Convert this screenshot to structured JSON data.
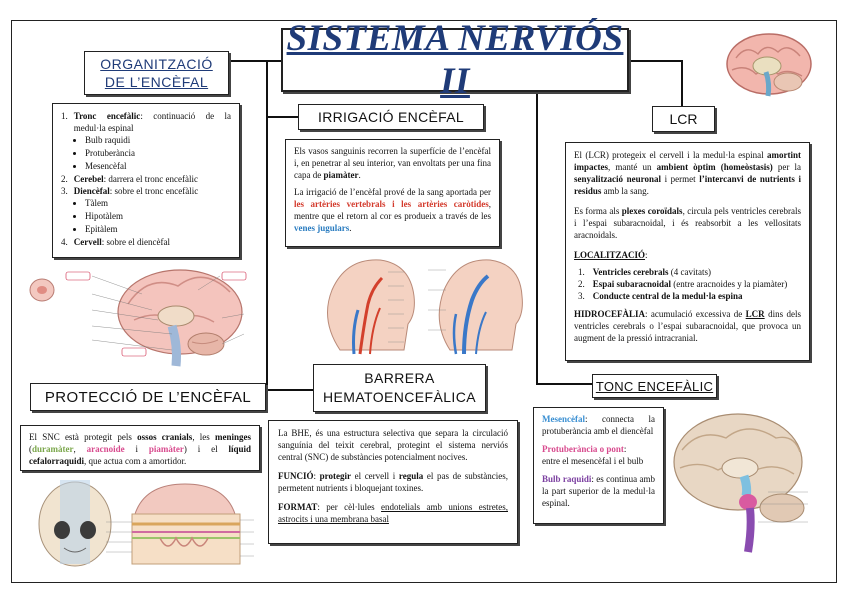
{
  "title": "SISTEMA NERVIÓS II",
  "headers": {
    "organitzacio_line1": "ORGANITZACIÓ",
    "organitzacio_line2": "DE L’ENCÈFAL",
    "irrigacio": "IRRIGACIÓ ENCÈFAL",
    "lcr": "LCR",
    "barrera_line1": "BARRERA",
    "barrera_line2": "HEMATOENCEFÀLICA",
    "proteccio": "PROTECCIÓ DE L’ENCÈFAL",
    "tonc": "TONC ENCEFÀLIC"
  },
  "organitzacio": {
    "n1": "1.",
    "tronc_term": "Tronc encefàlic",
    "tronc_desc": ": continuació de la medul·la espinal",
    "tronc_items": [
      "Bulb raquidi",
      "Protuberància",
      "Mesencèfal"
    ],
    "n2": "2.",
    "cerebel_term": "Cerebel",
    "cerebel_desc": ": darrera el tronc encefàlic",
    "n3": "3.",
    "diencefal_term": "Diencèfal",
    "diencefal_desc": ": sobre el tronc encefàlic",
    "diencefal_items": [
      "Tàlem",
      "Hipotàlem",
      "Epitàlem"
    ],
    "n4": "4.",
    "cervell_term": "Cervell",
    "cervell_desc": ": sobre el diencèfal"
  },
  "irrigacio": {
    "p1_a": "Els vasos sanguinis recorren la superfície de l’encèfal i, en penetrar al seu interior, van envoltats per una fina capa de ",
    "p1_b": "piamàter",
    "p1_c": ".",
    "p2_a": "La irrigació de l’encèfal prové de la sang aportada per ",
    "p2_red": "les artèries vertebrals i les artèries caròtides",
    "p2_b": ", mentre que el retorn al cor es produeix a través de les ",
    "p2_blue": "venes jugulars",
    "p2_c": "."
  },
  "lcr": {
    "p1_a": "El (LCR) protegeix el cervell i la medul·la espinal ",
    "p1_b": "amortint impactes",
    "p1_c": ", manté un ",
    "p1_d": "ambient òptim (homeòstasis)",
    "p1_e": " per la ",
    "p1_f": "senyalització neuronal",
    "p1_g": " i permet ",
    "p1_h": "l’intercanvi de nutrients i residus",
    "p1_i": " amb la sang.",
    "p2_a": "Es forma als ",
    "p2_b": "plexes coroïdals",
    "p2_c": ", circula pels ventricles cerebrals i l’espai subaracnoidal, i és reabsorbit a les vellositats aracnoidals.",
    "loc_title": "LOCALITZACIÓ",
    "loc_colon": ":",
    "loc_items": [
      {
        "n": "1.",
        "term": "Ventricles cerebrals",
        "desc": " (4 cavitats)"
      },
      {
        "n": "2.",
        "term": "Espai subaracnoidal",
        "desc": " (entre aracnoides y la piamàter)"
      },
      {
        "n": "3.",
        "term": "Conducte central de la medul·la espina",
        "desc": ""
      }
    ],
    "hidro_term": "HIDROCEFÀLIA",
    "hidro_a": ": acumulació excessiva de ",
    "hidro_b": "LCR",
    "hidro_c": " dins dels ventricles cerebrals o l’espai subaracnoidal, que provoca un augment de la pressió intracranial."
  },
  "barrera": {
    "p1": "La BHE, és una estructura selectiva que separa la circulació sanguínia del teixit cerebral, protegint el sistema nerviós central (SNC) de substàncies potencialment nocives.",
    "funcio_term": "FUNCIÓ",
    "funcio_a": ": ",
    "funcio_b": "protegir",
    "funcio_c": " el cervell i ",
    "funcio_d": "regula",
    "funcio_e": " el pas de substàncies, permetent nutrients i bloquejant toxines.",
    "format_term": "FORMAT",
    "format_a": ": per cèl·lules ",
    "format_b": "endotelials amb unions estretes, astrocits i una membrana basal"
  },
  "proteccio": {
    "a": "El SNC està protegit pels ",
    "b": "ossos cranials",
    "c": ", les ",
    "d": "meninges",
    "e": " (",
    "f": "duramàter",
    "g": ", ",
    "h": "aracnoide",
    "i": " i ",
    "j": "piamàter",
    "k": ") i el ",
    "l": "líquid cefalorraquidi",
    "m": ", que actua com a amortidor."
  },
  "tonc": {
    "mes_term": "Mesencèfal",
    "mes_desc": ": connecta la protuberància amb el diencèfal",
    "prot_term": "Protuberància o pont",
    "prot_colon": ":",
    "prot_desc": "entre el mesencèfal i el bulb",
    "bulb_term": "Bulb raquidi",
    "bulb_desc": ": es continua amb la part superior de la medul·la espinal."
  },
  "colors": {
    "title": "#1f3b78",
    "red": "#d33a2c",
    "blue": "#2a7cc0",
    "green": "#7aa64a",
    "pink": "#d84a8e",
    "purple": "#7b3fa0"
  }
}
